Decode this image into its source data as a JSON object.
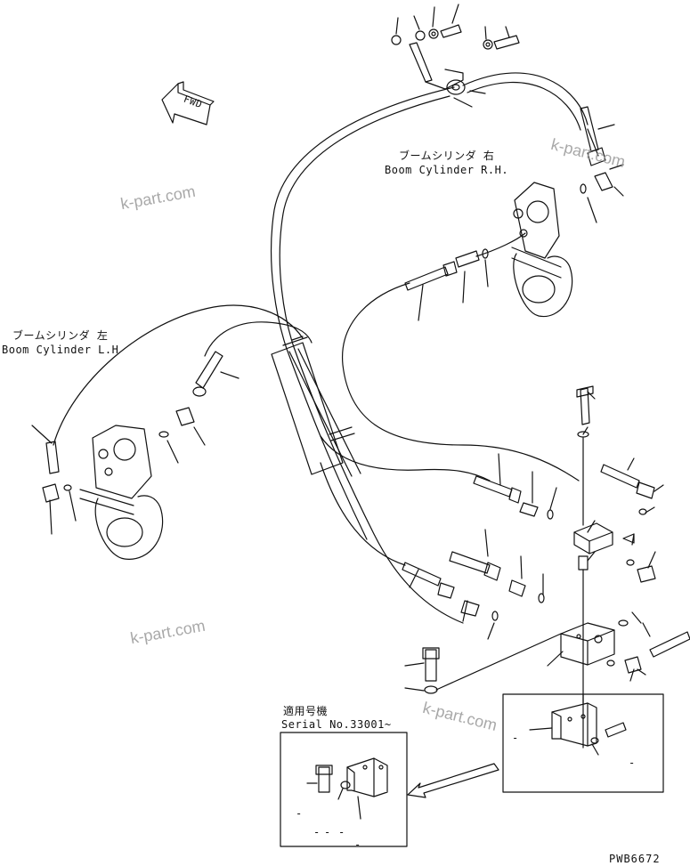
{
  "direction_label": "FWD",
  "labels": {
    "boom_rh_jp": "ブームシリンダ 右",
    "boom_rh_en": "Boom Cylinder R.H.",
    "boom_lh_jp": "ブームシリンダ 左",
    "boom_lh_en": "Boom Cylinder L.H",
    "serial_jp": "適用号機",
    "serial_en": "Serial No.33001~",
    "inset_dash_1": "-",
    "inset_dash_2": "-",
    "inset_dash_3": "-",
    "inset_dash_4": "-",
    "inset_dash_5": "-",
    "bracket_dash_1": "-",
    "bracket_dash_2": "-"
  },
  "watermarks": [
    "k-part.com",
    "k-part.com",
    "k-part.com",
    "k-part.com"
  ],
  "drawing_code": "PWB6672"
}
